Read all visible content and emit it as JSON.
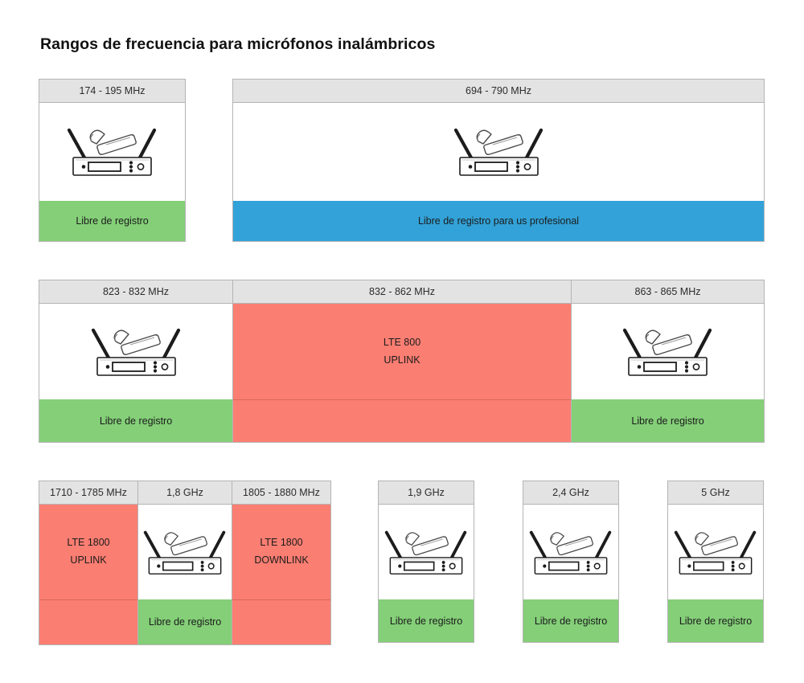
{
  "page": {
    "title": "Rangos de frecuencia para micrófonos inalámbricos"
  },
  "labels": {
    "libre": "Libre de registro",
    "libre_profesional": "Libre de registro para us profesional",
    "lte800_line1": "LTE 800",
    "lte800_line2": "UPLINK",
    "lte1800_up_line1": "LTE 1800",
    "lte1800_up_line2": "UPLINK",
    "lte1800_down_line1": "LTE 1800",
    "lte1800_down_line2": "DOWNLINK"
  },
  "colors": {
    "free": "#84cf78",
    "professional": "#32a2d8",
    "lte_blocked": "#fb7e72",
    "header_gray": "#e3e3e3",
    "border": "#b4b4b4",
    "background": "#ffffff",
    "text": "#1c1c1c"
  },
  "rows": [
    {
      "id": "row1",
      "blocks": [
        {
          "range": "174 - 195 MHz",
          "content": "microphone-icon",
          "footer": "Libre de registro",
          "footer_color": "#84cf78"
        },
        {
          "range": "694 - 790 MHz",
          "content": "microphone-icon",
          "footer": "Libre de registro para us profesional",
          "footer_color": "#32a2d8"
        }
      ]
    },
    {
      "id": "row2",
      "blocks": [
        {
          "range": "823 - 832 MHz",
          "content": "microphone-icon",
          "footer": "Libre de registro",
          "footer_color": "#84cf78"
        },
        {
          "range": "832 - 862 MHz",
          "content": "LTE 800 UPLINK",
          "footer": "",
          "footer_color": "#fb7e72"
        },
        {
          "range": "863 - 865 MHz",
          "content": "microphone-icon",
          "footer": "Libre de registro",
          "footer_color": "#84cf78"
        }
      ]
    },
    {
      "id": "row3",
      "blocks": [
        {
          "range": "1710 - 1785 MHz",
          "content": "LTE 1800 UPLINK",
          "footer": "",
          "footer_color": "#fb7e72"
        },
        {
          "range": "1,8 GHz",
          "content": "microphone-icon",
          "footer": "Libre de registro",
          "footer_color": "#84cf78"
        },
        {
          "range": "1805 - 1880 MHz",
          "content": "LTE 1800 DOWNLINK",
          "footer": "",
          "footer_color": "#fb7e72"
        },
        {
          "range": "1,9 GHz",
          "content": "microphone-icon",
          "footer": "Libre de registro",
          "footer_color": "#84cf78"
        },
        {
          "range": "2,4 GHz",
          "content": "microphone-icon",
          "footer": "Libre de registro",
          "footer_color": "#84cf78"
        },
        {
          "range": "5 GHz",
          "content": "microphone-icon",
          "footer": "Libre de registro",
          "footer_color": "#84cf78"
        }
      ]
    }
  ]
}
